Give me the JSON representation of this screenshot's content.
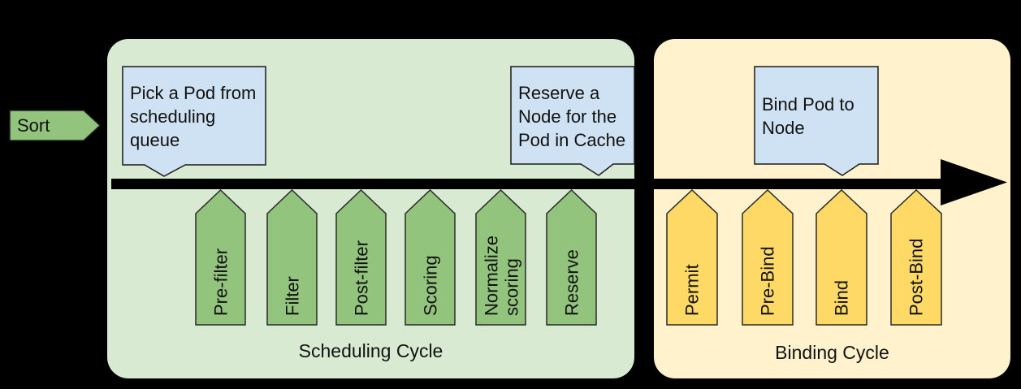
{
  "diagram": {
    "background_color": "#000000",
    "sort_arrow": {
      "label": "Sort",
      "fill": "#93c47d"
    },
    "flow_arrow": {
      "color": "#000000"
    },
    "callout_fill": "#cfe2f3",
    "scheduling_cycle": {
      "title": "Scheduling Cycle",
      "container_fill": "#d9ead3",
      "arrow_fill": "#93c47d",
      "callouts": [
        {
          "text": "Pick a Pod from\nscheduling\nqueue"
        },
        {
          "text": "Reserve a\nNode for the\nPod in Cache"
        }
      ],
      "extension_points": [
        "Pre-filter",
        "Filter",
        "Post-filter",
        "Scoring",
        "Normalize\nscoring",
        "Reserve"
      ]
    },
    "binding_cycle": {
      "title": "Binding Cycle",
      "container_fill": "#fff2cc",
      "arrow_fill": "#ffd966",
      "callouts": [
        {
          "text": "Bind Pod to\nNode"
        }
      ],
      "extension_points": [
        "Permit",
        "Pre-Bind",
        "Bind",
        "Post-Bind"
      ]
    }
  }
}
